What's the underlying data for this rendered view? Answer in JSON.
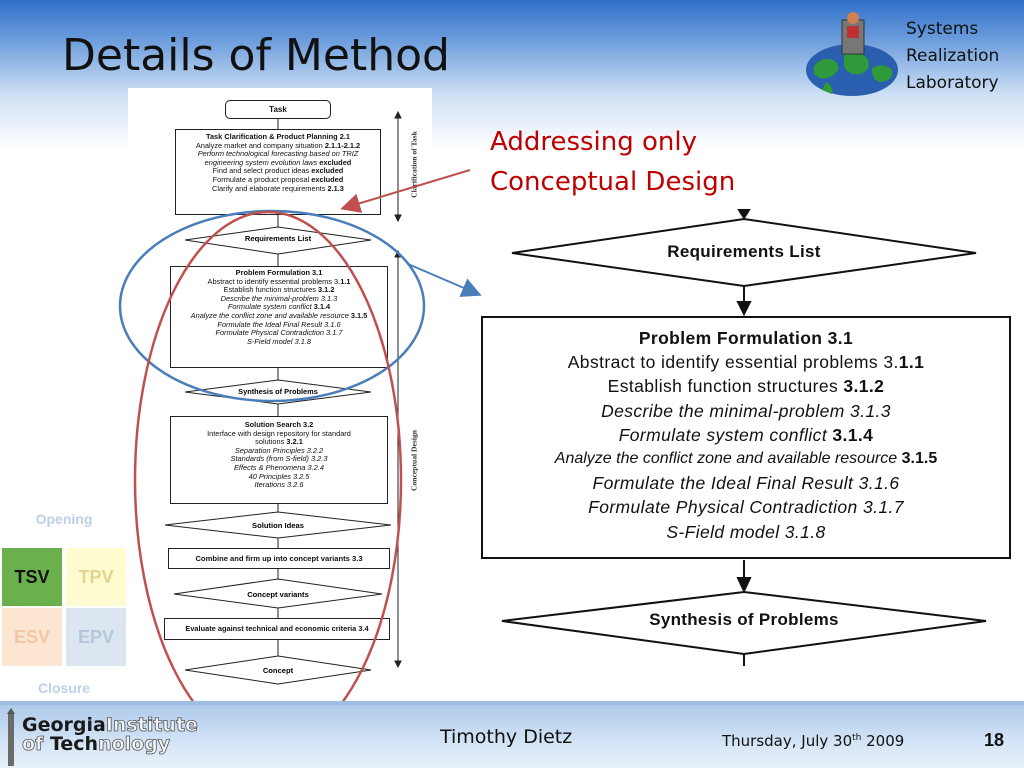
{
  "slide": {
    "title": "Details of Method",
    "lab": {
      "line1": "Systems",
      "line2": "Realization",
      "line3": "Laboratory"
    },
    "annotation": {
      "line1": "Addressing only",
      "line2": "Conceptual Design"
    },
    "slide_number": "18",
    "author": "Timothy Dietz",
    "date": {
      "prefix": "Thursday, July 30",
      "sup": "th",
      "suffix": " 2009"
    }
  },
  "sidebar": {
    "opening": "Opening",
    "closure": "Closure",
    "cells": {
      "tsv": "TSV",
      "tpv": "TPV",
      "esv": "ESV",
      "epv": "EPV"
    },
    "colors": {
      "tsv": "#6ab04c",
      "tpv": "#fffbd0",
      "esv": "#fde6d1",
      "epv": "#dce6f1"
    }
  },
  "flowchart": {
    "task": "Task",
    "clarification": {
      "heading": "Task Clarification & Product Planning 2.1",
      "line1": "Analyze market and company situation ",
      "line1b": "2.1.1-2.1.2",
      "line2": "Perform technological forecasting based on TRIZ",
      "line3": "engineering system evolution laws ",
      "line3b": "excluded",
      "line4": "Find and select product ideas ",
      "line4b": "excluded",
      "line5": "Formulate a product proposal ",
      "line5b": "excluded",
      "line6": "Clarify and elaborate requirements ",
      "line6b": "2.1.3"
    },
    "requirements_list": "Requirements List",
    "problem_formulation": {
      "heading": "Problem Formulation 3.1",
      "l1": "Abstract to identify essential problems 3.",
      "l1b": "1.1",
      "l2": "Establish function structures ",
      "l2b": "3.1.2",
      "l3": "Describe the minimal-problem 3.1.3",
      "l4": "Formulate system conflict ",
      "l4b": "3.1.4",
      "l5": "Analyze the conflict zone and available resource ",
      "l5b": "3.1.5",
      "l6": "Formulate the Ideal Final Result 3.1.6",
      "l7": "Formulate Physical Contradiction 3.1.7",
      "l8": "S-Field model 3.1.8"
    },
    "synthesis": "Synthesis of Problems",
    "solution_search": {
      "heading": "Solution Search 3.2",
      "l1": "Interface with design repository for standard",
      "l2": "solutions ",
      "l2b": "3.2.1",
      "l3": "Separation Principles 3.2.2",
      "l4": "Standards (from S-field) 3.2.3",
      "l5": "Effects & Phenomena 3.2.4",
      "l6": "40 Principles 3.2.5",
      "l7": "Iterations 3.2.6"
    },
    "solution_ideas": "Solution Ideas",
    "combine": "Combine and firm up into concept variants 3.3",
    "concept_variants": "Concept variants",
    "evaluate": "Evaluate against technical and economic criteria 3.4",
    "concept": "Concept",
    "side_label_top": "Clarification of Task",
    "side_label_bottom": "Conceptual Design"
  },
  "zoom": {
    "requirements_list": "Requirements List",
    "heading": "Problem Formulation 3.1",
    "l1": "Abstract to identify essential problems 3.",
    "l1b": "1.1",
    "l2": "Establish function structures ",
    "l2b": "3.1.2",
    "l3": "Describe the minimal-problem 3.1.3",
    "l4": "Formulate system conflict ",
    "l4b": "3.1.4",
    "l5": "Analyze the conflict zone and available resource ",
    "l5b": "3.1.5",
    "l6": "Formulate the Ideal Final Result 3.1.6",
    "l7": "Formulate Physical Contradiction 3.1.7",
    "l8": "S-Field model 3.1.8",
    "synthesis": "Synthesis of Problems"
  },
  "logo": {
    "georgia": "Georgia",
    "institute": "Institute",
    "of": "of ",
    "tech": "Tech",
    "nology": "nology"
  }
}
